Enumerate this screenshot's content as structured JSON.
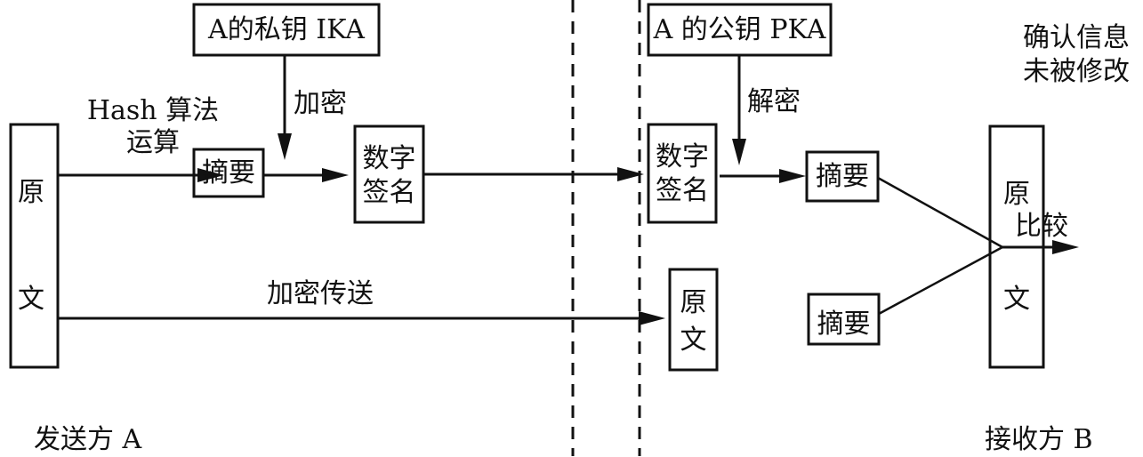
{
  "diagram": {
    "title": "数字签名流程",
    "sender": {
      "label": "发送方 A",
      "original": [
        "原",
        "文"
      ],
      "hash_step": [
        "Hash 算法",
        "运算"
      ],
      "digest": "摘要",
      "private_key": "A的私钥 IKA",
      "encrypt_label": "加密",
      "signature": [
        "数字",
        "签名"
      ],
      "transmit_label": "加密传送"
    },
    "receiver": {
      "label": "接收方 B",
      "signature": [
        "数字",
        "签名"
      ],
      "public_key": "A 的公钥 PKA",
      "decrypt_label": "解密",
      "digest_top": "摘要",
      "digest_bottom": "摘要",
      "received_original": [
        "原",
        "文"
      ],
      "compare_label": "比较",
      "result_original": [
        "原",
        "文"
      ],
      "result_note": [
        "确认信息",
        "未被修改"
      ]
    }
  }
}
